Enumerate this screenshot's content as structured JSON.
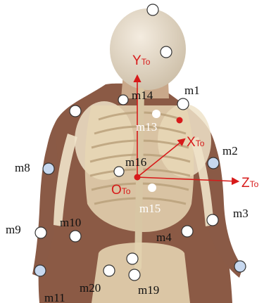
{
  "colors": {
    "axis": "#d71a1a",
    "marker_fill": "#ffffff",
    "marker_fill_blue": "#c7d8ef",
    "marker_stroke": "#333333",
    "label_dark": "#111111",
    "label_light": "#ffffff",
    "skin": "#8b5a45",
    "bone": "#efe3c9"
  },
  "axes": {
    "y": {
      "letter": "Y",
      "sub": "To"
    },
    "x": {
      "letter": "X",
      "sub": "To"
    },
    "z": {
      "letter": "Z",
      "sub": "To"
    },
    "origin": {
      "letter": "O",
      "sub": "To"
    }
  },
  "markers": {
    "m1": "m1",
    "m2": "m2",
    "m3": "m3",
    "m4": "m4",
    "m8": "m8",
    "m9": "m9",
    "m10": "m10",
    "m11": "m11",
    "m13": "m13",
    "m14": "m14",
    "m15": "m15",
    "m16": "m16",
    "m19": "m19",
    "m20": "m20"
  }
}
